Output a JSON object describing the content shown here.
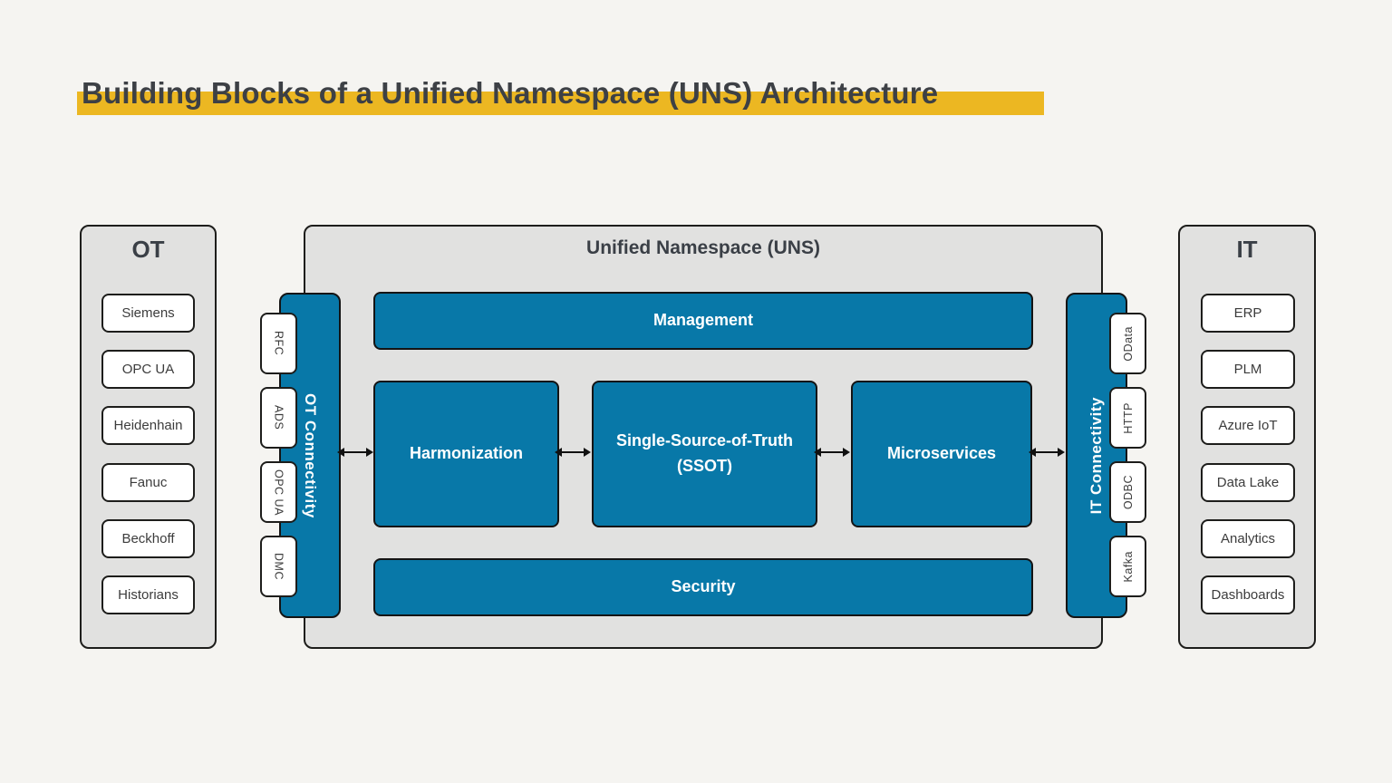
{
  "title": "Building Blocks of a Unified Namespace (UNS) Architecture",
  "colors": {
    "accent_blue": "#0878a8",
    "highlight_yellow": "#ecb722",
    "panel_gray": "#e1e1e0",
    "outline_dark": "#1d1d1b",
    "background": "#f5f4f1"
  },
  "ot_panel": {
    "title": "OT",
    "items": [
      "Siemens",
      "OPC UA",
      "Heidenhain",
      "Fanuc",
      "Beckhoff",
      "Historians"
    ]
  },
  "it_panel": {
    "title": "IT",
    "items": [
      "ERP",
      "PLM",
      "Azure IoT",
      "Data Lake",
      "Analytics",
      "Dashboards"
    ]
  },
  "uns": {
    "title": "Unified Namespace (UNS)",
    "ot_connectivity": {
      "label": "OT Connectivity",
      "protocols": [
        "RFC",
        "ADS",
        "OPC UA",
        "DMC"
      ]
    },
    "it_connectivity": {
      "label": "IT Connectivity",
      "protocols": [
        "OData",
        "HTTP",
        "ODBC",
        "Kafka"
      ]
    },
    "blocks": {
      "management": "Management",
      "harmonization": "Harmonization",
      "ssot_line1": "Single-Source-of-Truth",
      "ssot_line2": "(SSOT)",
      "microservices": "Microservices",
      "security": "Security"
    }
  }
}
